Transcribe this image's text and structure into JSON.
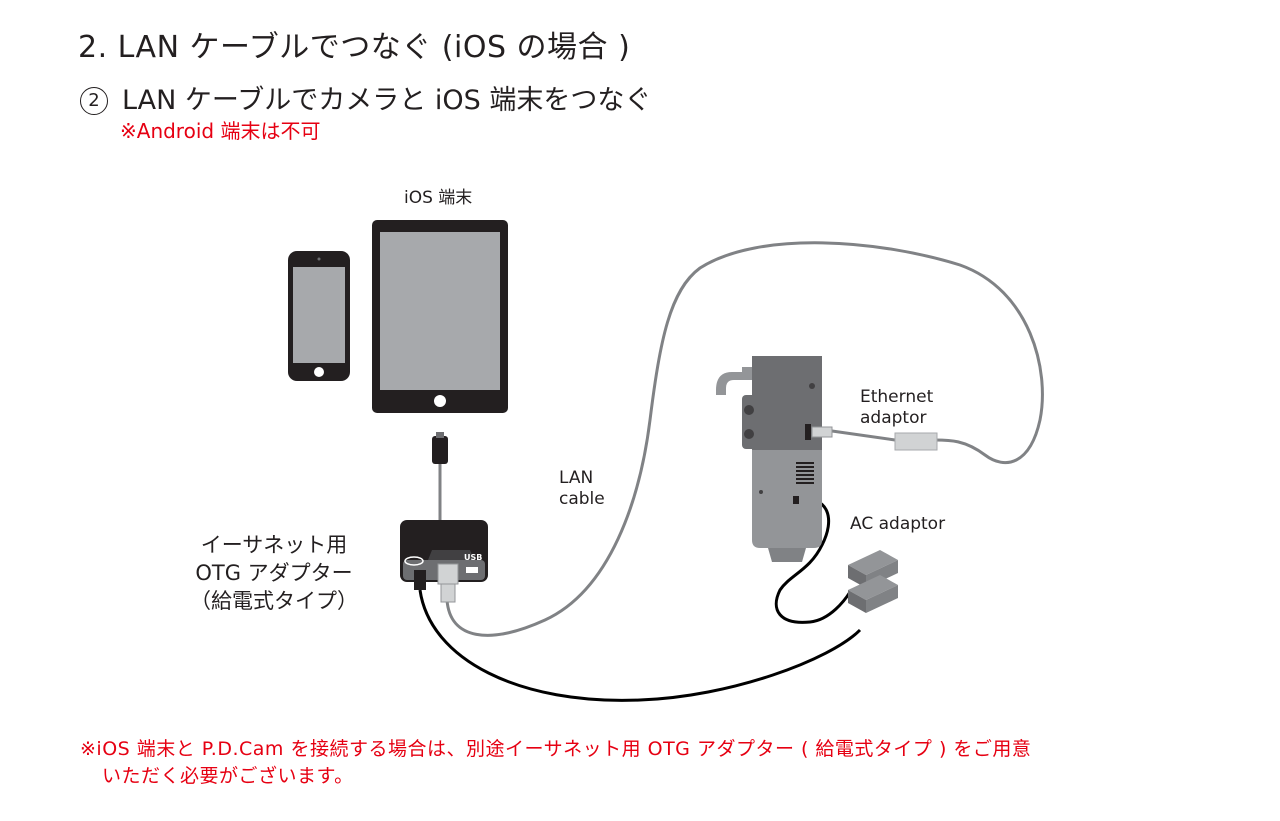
{
  "heading": "2.  LAN ケーブルでつなぐ (iOS の場合 )",
  "step": {
    "number": "2",
    "text": "LAN ケーブルでカメラと iOS 端末をつなぐ"
  },
  "android_note": "※Android 端末は不可",
  "labels": {
    "ios_device": "iOS 端末",
    "lan_cable_1": "LAN",
    "lan_cable_2": "cable",
    "ethernet_adaptor_1": "Ethernet",
    "ethernet_adaptor_2": "adaptor",
    "ac_adaptor": "AC adaptor",
    "otg_1": "イーサネット用",
    "otg_2": "OTG アダプター",
    "otg_3": "（給電式タイプ）",
    "usb": "USB"
  },
  "footnote": {
    "line1": "※iOS 端末と P.D.Cam を接続する場合は、別途イーサネット用 OTG アダプター ( 給電式タイプ ) をご用意",
    "line2": "いただく必要がございます。"
  },
  "colors": {
    "red": "#e60012",
    "text": "#231f20",
    "device_frame": "#231f20",
    "screen": "#a7a9ac",
    "camera_dark": "#6d6e71",
    "camera_light": "#939598",
    "cable_gray": "#808285",
    "cable_black": "#000000"
  }
}
